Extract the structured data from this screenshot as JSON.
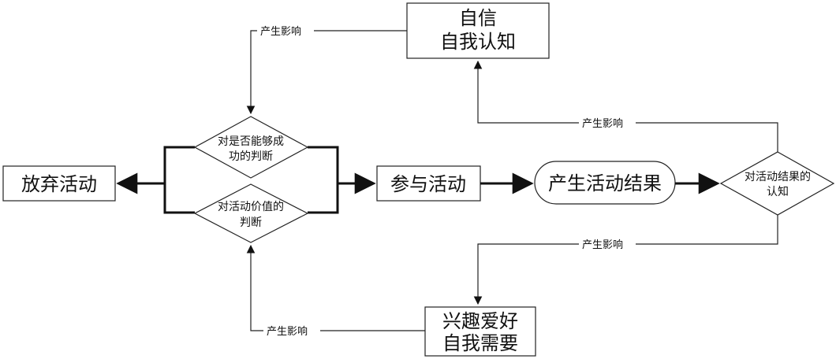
{
  "nodes": {
    "confidence": {
      "line1": "自信",
      "line2": "自我认知"
    },
    "ability_judgment": {
      "line1": "对是否能够成",
      "line2": "功的判断"
    },
    "value_judgment": {
      "line1": "对活动价值的",
      "line2": "判断"
    },
    "give_up": {
      "label": "放弃活动"
    },
    "participate": {
      "label": "参与活动"
    },
    "result": {
      "label": "产生活动结果"
    },
    "result_cognition": {
      "line1": "对活动结果的",
      "line2": "认知"
    },
    "interest": {
      "line1": "兴趣爱好",
      "line2": "自我需要"
    }
  },
  "edge_labels": {
    "confidence_to_ability": "产生影响",
    "cognition_to_confidence": "产生影响",
    "cognition_to_interest": "产生影响",
    "interest_to_value": "产生影响"
  }
}
